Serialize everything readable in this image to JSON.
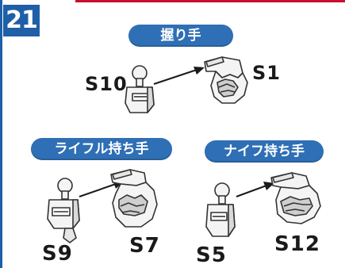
{
  "step": {
    "number": "21"
  },
  "sections": {
    "grip_hand": {
      "title": "握り手",
      "parts": {
        "from": "S10",
        "to": "S1"
      }
    },
    "rifle_hand": {
      "title": "ライフル持ち手",
      "parts": {
        "from": "S9",
        "to": "S7"
      }
    },
    "knife_hand": {
      "title": "ナイフ持ち手",
      "parts": {
        "from": "S5",
        "to": "S12"
      }
    }
  },
  "colors": {
    "accent_blue": "#1f5fa8",
    "pill_blue": "#2f6fb5",
    "accent_red": "#c8102e",
    "part_outline": "#333333",
    "part_fill": "#f4f4f4"
  }
}
